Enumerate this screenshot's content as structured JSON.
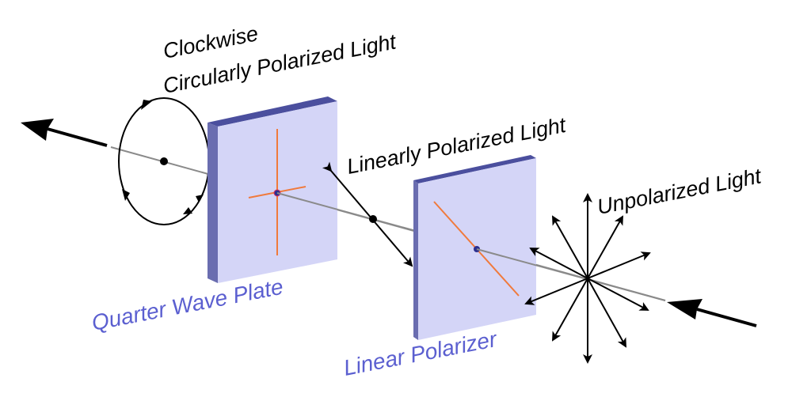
{
  "labels": {
    "circular_line1": "Clockwise",
    "circular_line2": "Circularly Polarized Light",
    "linear_light": "Linearly Polarized Light",
    "unpolarized": "Unpolarized Light",
    "quarter_wave_plate": "Quarter Wave Plate",
    "linear_polarizer": "Linear Polarizer"
  },
  "colors": {
    "plate_face": "#d4d5f7",
    "plate_edge": "#6a6db0",
    "plate_top": "#4b4f9e",
    "axis_orange": "#f07a3c",
    "label_blue": "#5b5fd0",
    "beam_gray": "#8a8a8a"
  }
}
